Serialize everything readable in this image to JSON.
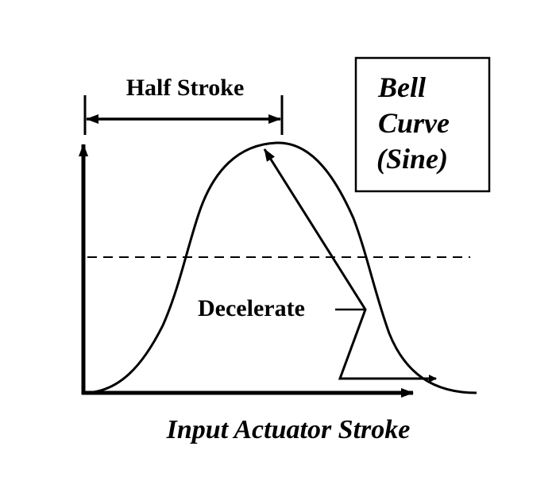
{
  "diagram": {
    "half_stroke_label": "Half Stroke",
    "legend": {
      "line1": "Bell",
      "line2": "Curve",
      "line3": "(Sine)"
    },
    "decelerate_label": "Decelerate",
    "x_axis_label": "Input Actuator Stroke",
    "colors": {
      "ink": "#000000",
      "background": "#ffffff"
    }
  }
}
